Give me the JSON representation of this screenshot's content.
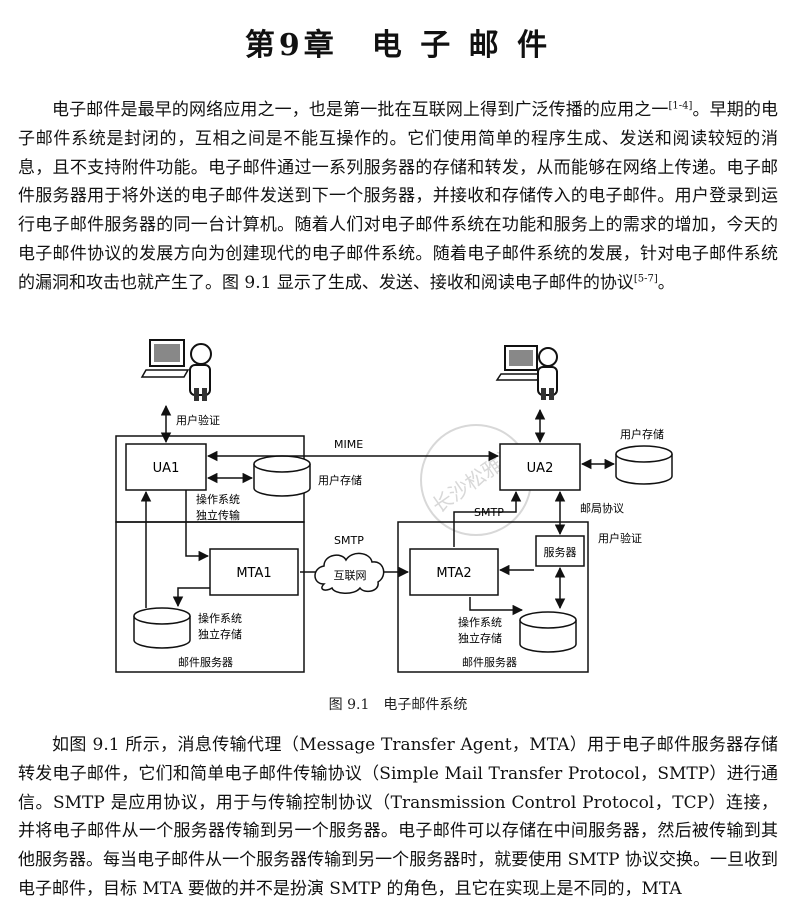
{
  "title": "第9章　电 子 邮 件",
  "para1": {
    "a": "电子邮件是最早的网络应用之一，也是第一批在互联网上得到广泛传播的应用之一",
    "cite_a": "[1-4]",
    "b": "。早期的电子邮件系统是封闭的，互相之间是不能互操作的。它们使用简单的程序生成、发送和阅读较短的消息，且不支持附件功能。电子邮件通过一系列服务器的存储和转发，从而能够在网络上传递。电子邮件服务器用于将外送的电子邮件发送到下一个服务器，并接收和存储传入的电子邮件。用户登录到运行电子邮件服务器的同一台计算机。随着人们对电子邮件系统在功能和服务上的需求的增加，今天的电子邮件协议的发展方向为创建现代的电子邮件系统。随着电子邮件系统的发展，针对电子邮件系统的漏洞和攻击也就产生了。图 9.1 显示了生成、发送、接收和阅读电子邮件的协议",
    "cite_b": "[5-7]",
    "c": "。"
  },
  "figure": {
    "labels": {
      "ua1": "UA1",
      "ua2": "UA2",
      "mta1": "MTA1",
      "mta2": "MTA2",
      "mime": "MIME",
      "smtp_top": "SMTP",
      "smtp_mid": "SMTP",
      "internet": "互联网",
      "user_auth_left": "用户验证",
      "user_auth_right": "用户验证",
      "user_storage_left": "用户存储",
      "user_storage_right": "用户存储",
      "os_transfer_1": "操作系统",
      "os_transfer_2": "独立传输",
      "os_store_left_1": "操作系统",
      "os_store_left_2": "独立存储",
      "os_store_right_1": "操作系统",
      "os_store_right_2": "独立存储",
      "mail_server_left": "邮件服务器",
      "mail_server_right": "邮件服务器",
      "post_office": "邮局协议",
      "server": "服务器"
    },
    "watermark": "长沙松雅阁",
    "caption": "图 9.1　电子邮件系统"
  },
  "para2": "如图 9.1 所示，消息传输代理（Message Transfer Agent，MTA）用于电子邮件服务器存储转发电子邮件，它们和简单电子邮件传输协议（Simple Mail Transfer Protocol，SMTP）进行通信。SMTP 是应用协议，用于与传输控制协议（Transmission Control Protocol，TCP）连接，并将电子邮件从一个服务器传输到另一个服务器。电子邮件可以存储在中间服务器，然后被传输到其他服务器。每当电子邮件从一个服务器传输到另一个服务器时，就要使用 SMTP 协议交换。一旦收到电子邮件，目标 MTA 要做的并不是扮演 SMTP 的角色，且它在实现上是不同的，MTA"
}
